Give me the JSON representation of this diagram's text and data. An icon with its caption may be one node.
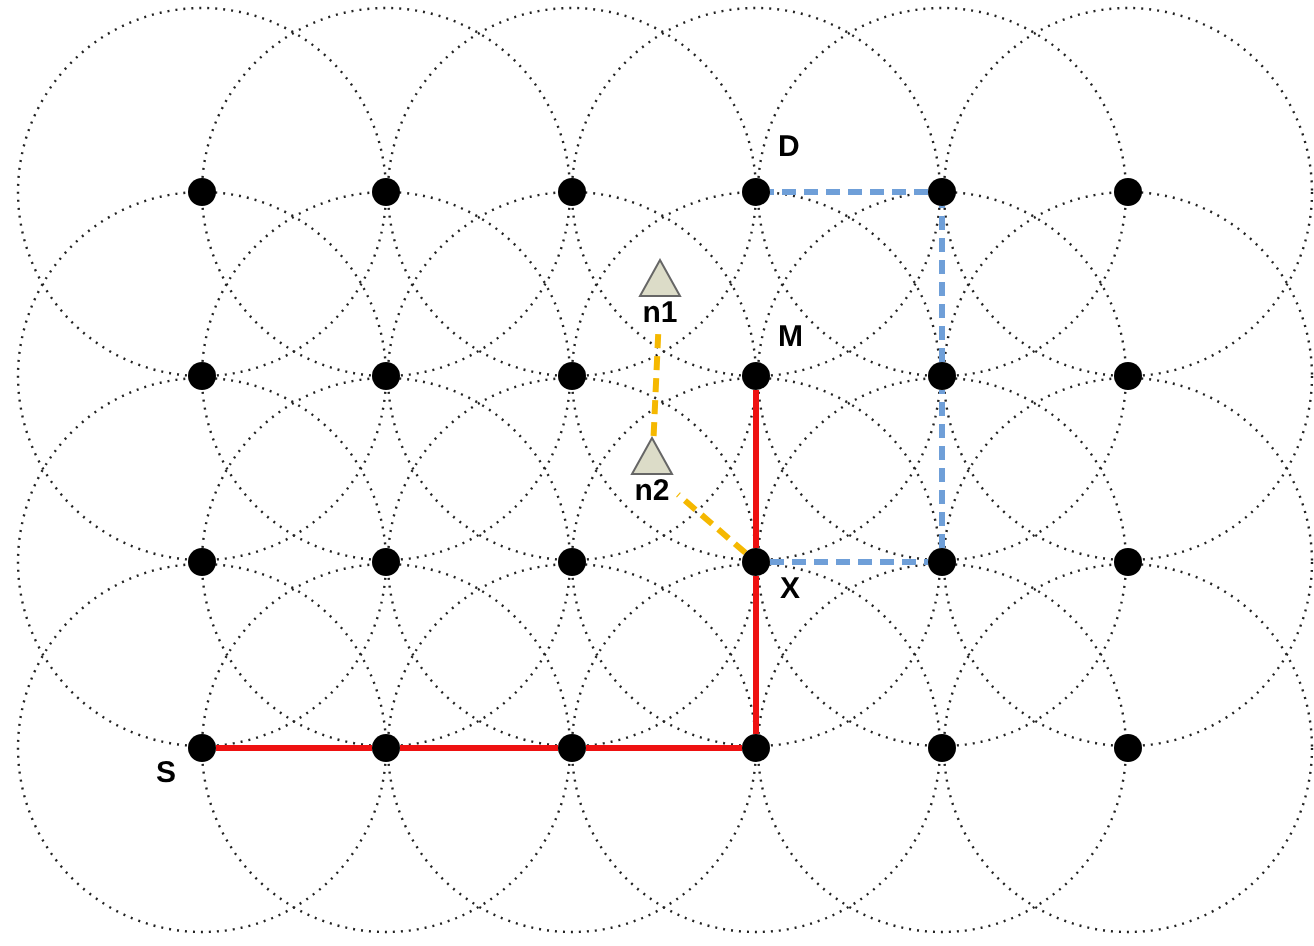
{
  "diagram": {
    "nodes": [
      {
        "text": [],
        "shape": "circle"
      },
      {
        "text": [],
        "shape": "circle"
      },
      {
        "text": [],
        "shape": "circle"
      },
      {
        "text": [],
        "shape": "circle",
        "beside": [
          "D"
        ]
      },
      {
        "text": [],
        "shape": "circle"
      },
      {
        "text": [],
        "shape": "circle"
      },
      {
        "text": [],
        "shape": "circle"
      },
      {
        "text": [],
        "shape": "circle"
      },
      {
        "text": [],
        "shape": "circle"
      },
      {
        "text": [],
        "shape": "circle",
        "beside": [
          "M"
        ]
      },
      {
        "text": [],
        "shape": "circle"
      },
      {
        "text": [],
        "shape": "circle"
      },
      {
        "text": [],
        "shape": "circle"
      },
      {
        "text": [],
        "shape": "circle"
      },
      {
        "text": [],
        "shape": "circle"
      },
      {
        "text": [],
        "shape": "circle",
        "beside": [
          "X"
        ]
      },
      {
        "text": [],
        "shape": "circle"
      },
      {
        "text": [],
        "shape": "circle"
      },
      {
        "text": [],
        "shape": "circle",
        "beside": [
          "S"
        ]
      },
      {
        "text": [],
        "shape": "circle"
      },
      {
        "text": [],
        "shape": "circle"
      },
      {
        "text": [],
        "shape": "circle"
      },
      {
        "text": [],
        "shape": "circle"
      },
      {
        "text": [],
        "shape": "circle"
      },
      {
        "text": [
          "n1"
        ]
      },
      {
        "text": [
          "n2"
        ]
      }
    ],
    "edges": [
      {
        "from": 18,
        "to": 19,
        "arrow": "none",
        "color": "#ee1111"
      },
      {
        "from": 19,
        "to": 20,
        "arrow": "none",
        "color": "#ee1111"
      },
      {
        "from": 20,
        "to": 21,
        "arrow": "none",
        "color": "#ee1111"
      },
      {
        "from": 21,
        "to": 15,
        "arrow": "none",
        "color": "#ee1111"
      },
      {
        "from": 15,
        "to": 9,
        "arrow": "none",
        "color": "#ee1111"
      },
      {
        "from": 15,
        "to": 25,
        "arrow": "none",
        "style": "dashed",
        "color": "#f5b800"
      },
      {
        "from": 25,
        "to": 24,
        "arrow": "none",
        "style": "dashed",
        "color": "#f5b800"
      },
      {
        "from": 15,
        "to": 16,
        "arrow": "none",
        "style": "dashed",
        "color": "#6f9fd8"
      },
      {
        "from": 16,
        "to": 10,
        "arrow": "none",
        "style": "dashed",
        "color": "#6f9fd8"
      },
      {
        "from": 10,
        "to": 4,
        "arrow": "none",
        "style": "dashed",
        "color": "#6f9fd8"
      },
      {
        "from": 4,
        "to": 3,
        "arrow": "none",
        "style": "dashed",
        "color": "#6f9fd8"
      }
    ]
  }
}
